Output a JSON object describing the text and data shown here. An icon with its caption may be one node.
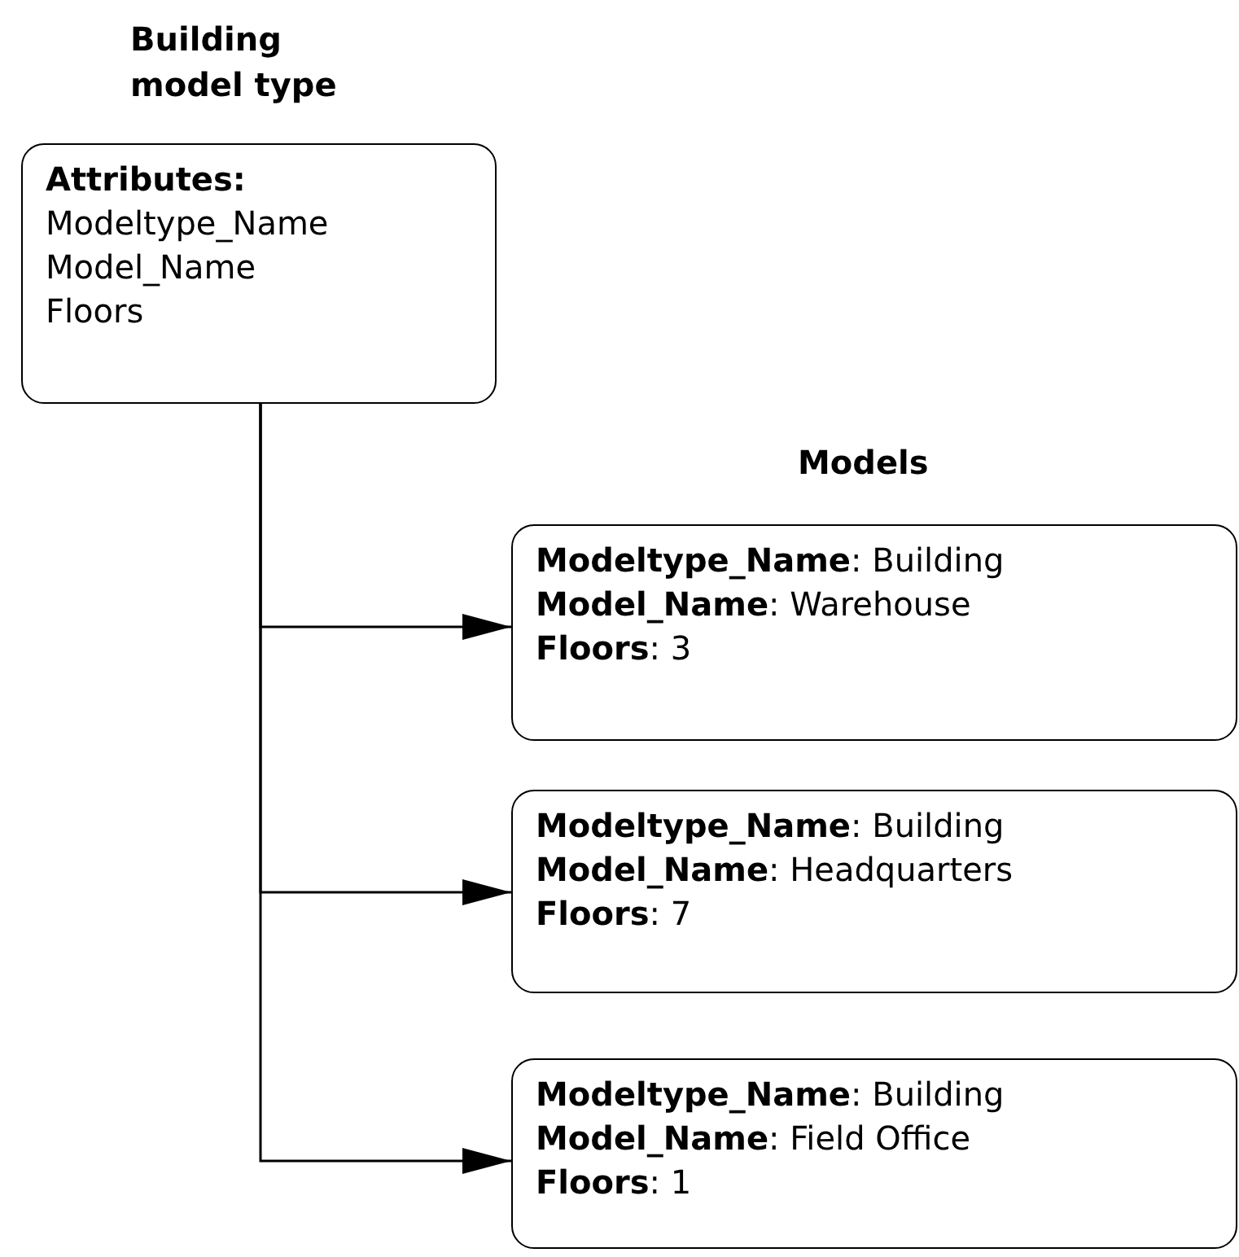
{
  "diagram": {
    "nodes": [
      {
        "text": [
          "Building model type",
          "Attributes:",
          "Modeltype_Name",
          "Model_Name",
          "Floors"
        ]
      },
      {
        "text": [
          "**Modeltype_Name**: Building",
          "**Model_Name**: Warehouse",
          "**Floors**: 3"
        ]
      },
      {
        "text": [
          "**Modeltype_Name**: Building",
          "**Model_Name**: Headquarters",
          "**Floors**: 7"
        ]
      },
      {
        "text": [
          "**Modeltype_Name**: Building",
          "**Model_Name**: Field Office",
          "**Floors**: 1"
        ]
      }
    ],
    "edges": [
      {
        "from": 0,
        "to": 1,
        "arrow": "to"
      },
      {
        "from": 0,
        "to": 2,
        "arrow": "to"
      },
      {
        "from": 0,
        "to": 3,
        "arrow": "to"
      }
    ],
    "labels": [
      "Models"
    ]
  }
}
